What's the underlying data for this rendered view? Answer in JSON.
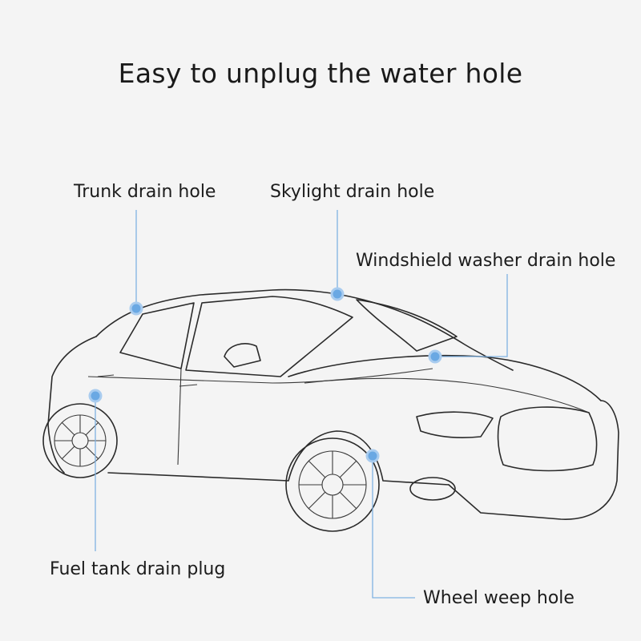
{
  "title": "Easy to unplug the water hole",
  "accent_color": "#6aa8e3",
  "labels": {
    "trunk": "Trunk drain hole",
    "skylight": "Skylight drain hole",
    "windshield": "Windshield washer drain hole",
    "fuel": "Fuel tank drain plug",
    "wheel": "Wheel weep hole"
  }
}
